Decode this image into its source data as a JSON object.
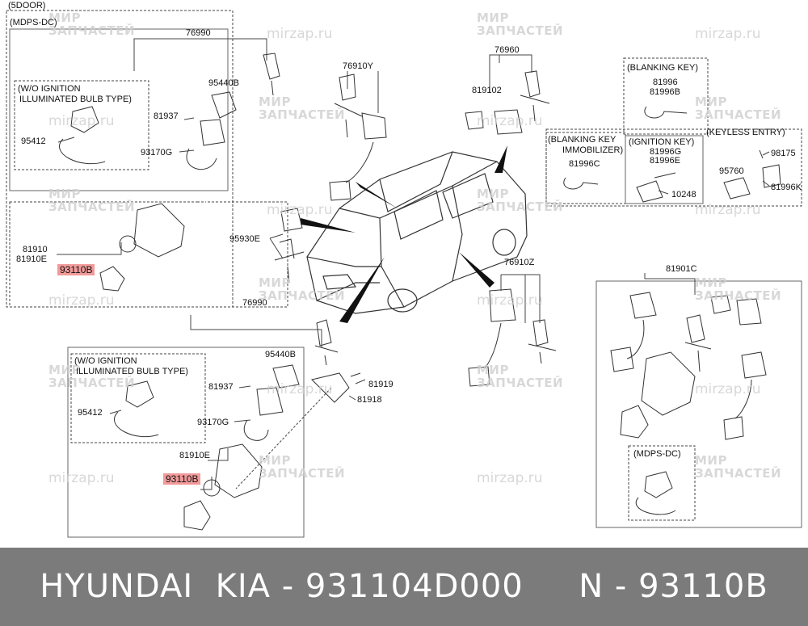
{
  "labels": {
    "group_5door": "(5DOOR)",
    "mdps_dc_top": "(MDPS-DC)",
    "wo_ign_top_1": "(W/O IGNITION",
    "wo_ign_top_2": "ILLUMINATED BULB TYPE)",
    "p76990_top": "76990",
    "p95440b_top": "95440B",
    "p81937_top": "81937",
    "p95412_top": "95412",
    "p93170g_top": "93170G",
    "p81910": "81910",
    "p81910e_top": "81910E",
    "p93110b_top": "93110B",
    "p76910y": "76910Y",
    "p76960": "76960",
    "p819102": "819102",
    "p95930e": "95930E",
    "p76910z": "76910Z",
    "p76990_bot": "76990",
    "wo_ign_bot_1": "(W/O IGNITION",
    "wo_ign_bot_2": "ILLUMINATED BULB TYPE)",
    "p95440b_bot": "95440B",
    "p81937_bot": "81937",
    "p95412_bot": "95412",
    "p93170g_bot": "93170G",
    "p81910e_bot": "81910E",
    "p93110b_bot": "93110B",
    "p81919": "81919",
    "p81918": "81918",
    "blanking_key": "(BLANKING KEY)",
    "p81996": "81996",
    "p81996b": "81996B",
    "blanking_imm_1": "(BLANKING KEY",
    "blanking_imm_2": "IMMOBILIZER)",
    "p81996c": "81996C",
    "ignition_key": "(IGNITION KEY)",
    "p81996g": "81996G",
    "p81996e": "81996E",
    "p10248": "10248",
    "keyless_entry": "(KEYLESS ENTRY)",
    "p98175": "98175",
    "p95760": "95760",
    "p81996k": "81996K",
    "p81901c": "81901C",
    "mdps_dc_right": "(MDPS-DC)"
  },
  "watermark": {
    "line1": "МИР",
    "line2": "ЗАПЧАСТЕЙ",
    "url": "mirzap.ru"
  },
  "footer": {
    "text": "HYUNDAI  KIA - 931104D000     N - 93110B"
  },
  "colors": {
    "highlight": "#f29a9a",
    "footer_bg": "#7b7b7b",
    "line": "#444444"
  }
}
